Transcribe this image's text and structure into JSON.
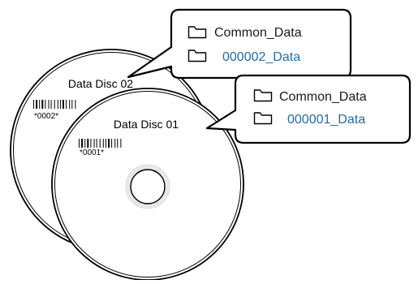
{
  "colors": {
    "outline": "#000000",
    "disc_fill": "#ffffff",
    "hub_ring": "#e8e8e8",
    "common_text": "#1a1a1a",
    "unique_text": "#1f6fa5"
  },
  "discs": [
    {
      "id": "disc2",
      "label": "Data Disc 02",
      "barcode_text": "*0002*",
      "callout": {
        "items": [
          {
            "icon": "folder-icon",
            "label": "Common_Data",
            "kind": "common"
          },
          {
            "icon": "folder-icon",
            "label": "000002_Data",
            "kind": "unique"
          }
        ]
      }
    },
    {
      "id": "disc1",
      "label": "Data Disc 01",
      "barcode_text": "*0001*",
      "callout": {
        "items": [
          {
            "icon": "folder-icon",
            "label": "Common_Data",
            "kind": "common"
          },
          {
            "icon": "folder-icon",
            "label": "000001_Data",
            "kind": "unique"
          }
        ]
      }
    }
  ]
}
